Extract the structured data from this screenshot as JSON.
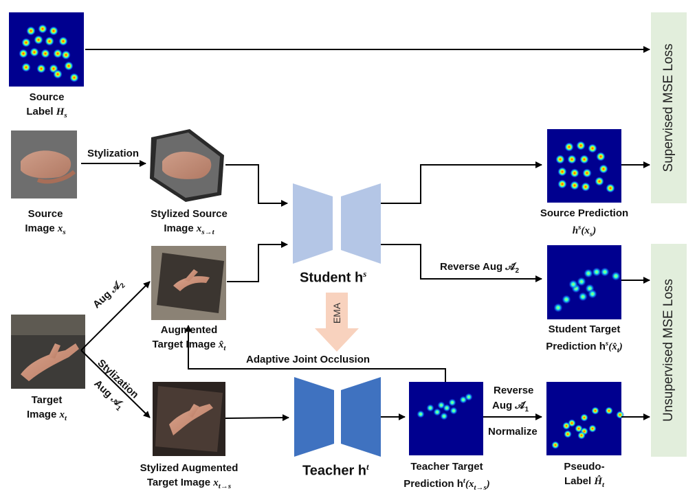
{
  "labels": {
    "source_label_1": "Source",
    "source_label_2": "Label",
    "source_label_sym": "H",
    "source_label_sub": "s",
    "source_image_1": "Source",
    "source_image_2": "Image",
    "source_image_sym": "x",
    "source_image_sub": "s",
    "stylized_source_1": "Stylized Source",
    "stylized_source_2": "Image",
    "stylized_source_sym": "x",
    "stylized_source_sub": "s→t",
    "augmented_target_1": "Augmented",
    "augmented_target_2": "Target Image",
    "augmented_target_sym": "x̂",
    "augmented_target_sub": "t",
    "target_image_1": "Target",
    "target_image_2": "Image",
    "target_image_sym": "x",
    "target_image_sub": "t",
    "stylized_aug_1": "Stylized Augmented",
    "stylized_aug_2": "Target Image",
    "stylized_aug_sym": "x",
    "stylized_aug_sub": "t→s",
    "source_pred_1": "Source Prediction",
    "source_pred_2": "h",
    "source_pred_sup": "s",
    "source_pred_3": "(x",
    "source_pred_sub": "s",
    "source_pred_4": ")",
    "student_target_1": "Student Target",
    "student_target_2": "Prediction h",
    "student_target_sup": "s",
    "student_target_3": "(x̂",
    "student_target_sub": "t",
    "student_target_4": ")",
    "teacher_target_1": "Teacher Target",
    "teacher_target_2": "Prediction h",
    "teacher_target_sup": "t",
    "teacher_target_3": "(x",
    "teacher_target_sub": "t→s",
    "teacher_target_4": ")",
    "pseudo_1": "Pseudo-",
    "pseudo_2": "Label",
    "pseudo_sym": "Ĥ",
    "pseudo_sub": "t"
  },
  "networks": {
    "student": "Student h",
    "student_sup": "s",
    "teacher": "Teacher h",
    "teacher_sup": "t",
    "ema": "EMA"
  },
  "edges": {
    "stylization_top": "Stylization",
    "aug_a2": "Aug 𝒜",
    "aug_a2_sub": "2",
    "stylization_bottom": "Stylization",
    "aug_a1": "Aug 𝒜",
    "aug_a1_sub": "1",
    "reverse_aug_a2": "Reverse Aug 𝒜̃",
    "reverse_aug_a2_sub": "2",
    "adaptive_occlusion": "Adaptive Joint Occlusion",
    "reverse": "Reverse",
    "aug_a1_tilde": "Aug 𝒜̃",
    "aug_a1_tilde_sub": "1",
    "normalize": "Normalize"
  },
  "losses": {
    "supervised": "Supervised MSE Loss",
    "unsupervised": "Unsupervised MSE Loss"
  },
  "colors": {
    "student_net": "#b4c6e6",
    "teacher_net": "#3f72c0",
    "ema_arrow": "#f8d2be",
    "loss_box": "#e2eedc",
    "heatmap_bg": "#00008f"
  }
}
